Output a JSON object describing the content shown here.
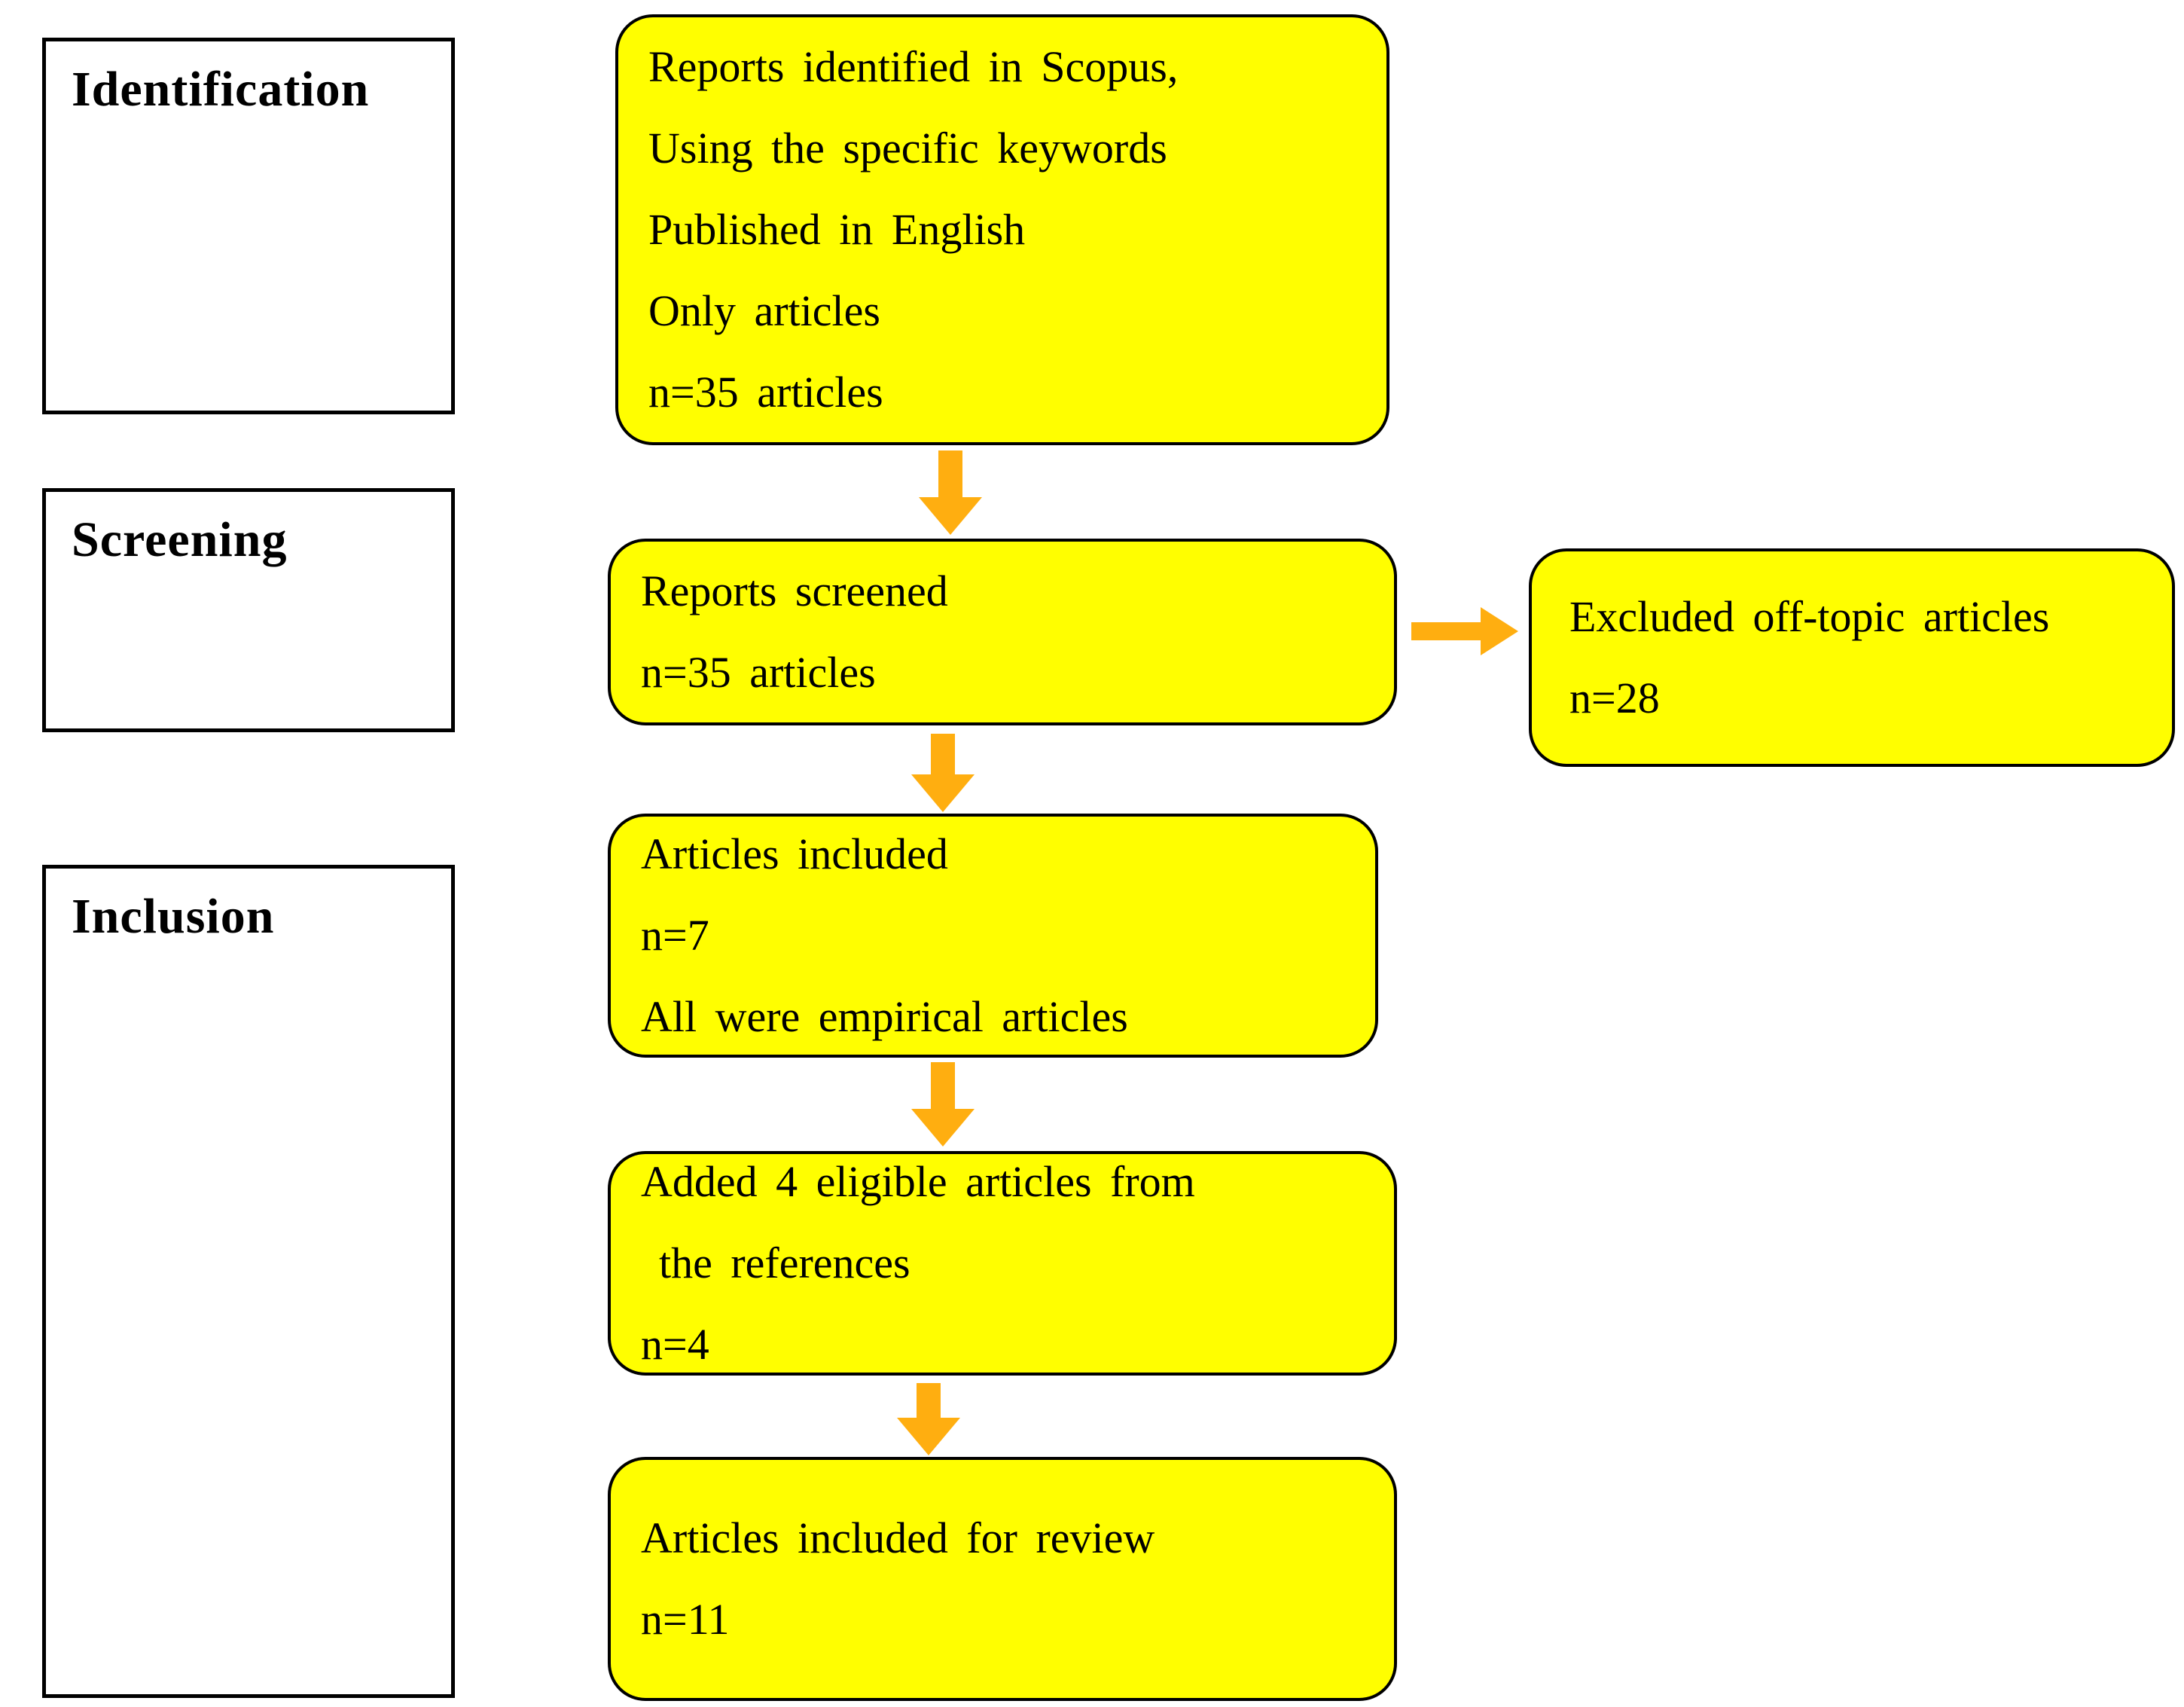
{
  "colors": {
    "box_fill": "#FFFE00",
    "arrow_orange": "#FFAE10",
    "border_black": "#000000",
    "background_white": "#FFFFFF",
    "text_black": "#000000"
  },
  "stages": [
    {
      "label": "Identification"
    },
    {
      "label": "Screening"
    },
    {
      "label": "Inclusion"
    }
  ],
  "flow": {
    "identified": {
      "lines": [
        "Reports identified in Scopus,",
        "Using the specific keywords",
        "Published in English",
        "Only articles",
        "n=35 articles"
      ]
    },
    "screened": {
      "lines": [
        "Reports screened",
        "n=35 articles"
      ]
    },
    "excluded": {
      "lines": [
        "Excluded off-topic articles",
        "n=28"
      ]
    },
    "included": {
      "lines": [
        "Articles included",
        "n=7",
        "All were empirical articles"
      ]
    },
    "added": {
      "lines": [
        "Added 4 eligible articles from",
        "the references",
        "n=4"
      ]
    },
    "final": {
      "lines": [
        "Articles included for review",
        "n=11"
      ]
    }
  }
}
